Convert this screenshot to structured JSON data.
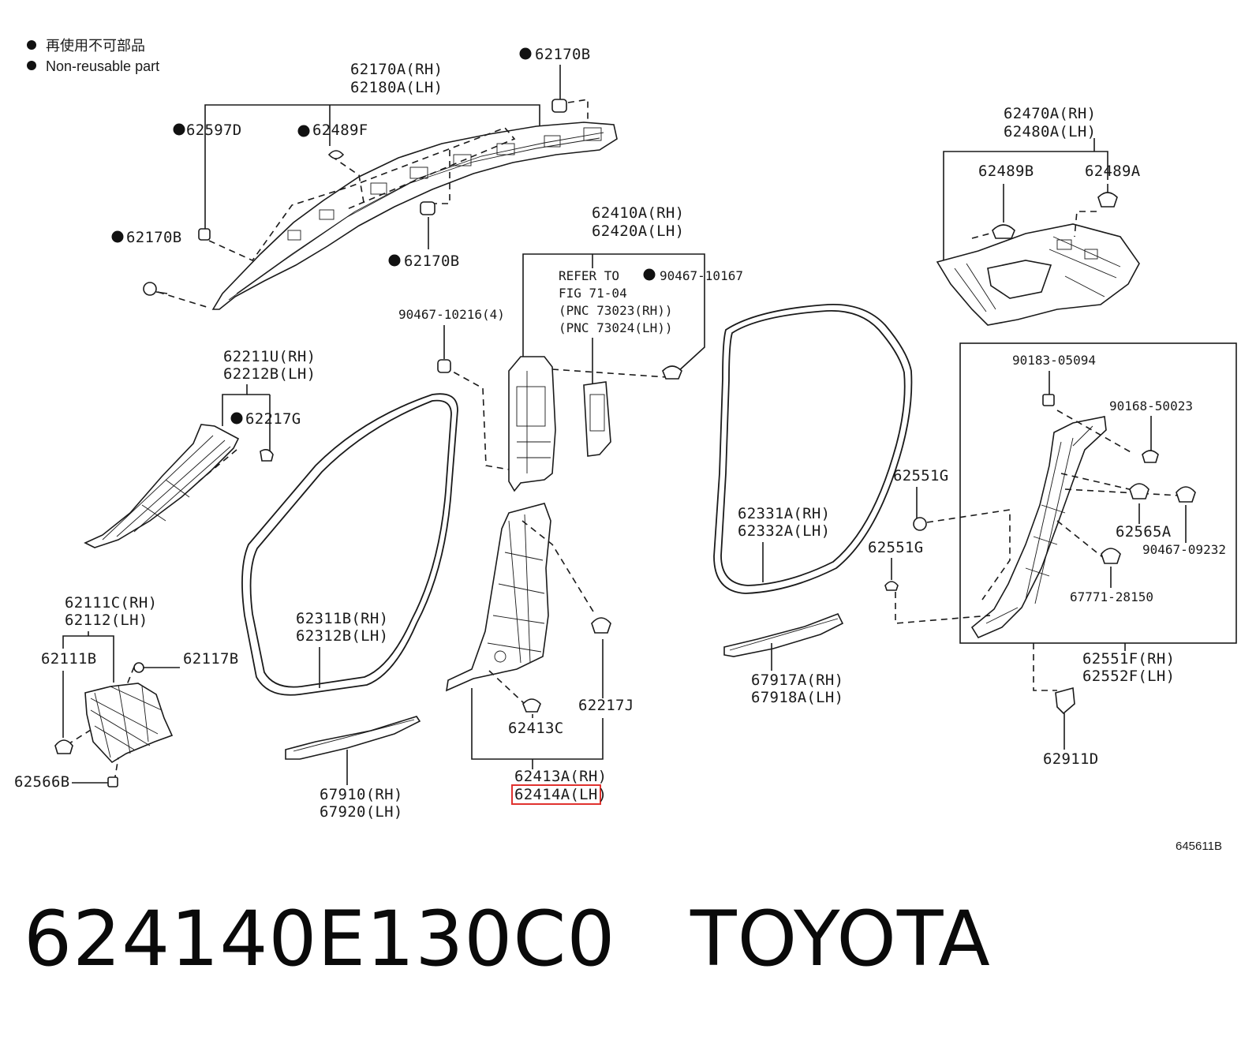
{
  "legend": {
    "line1": "再使用不可部品",
    "line2": "Non-reusable part"
  },
  "figure_id": "645611B",
  "footer": {
    "part_number": "624140E130C0",
    "brand": "TOYOTA"
  },
  "highlight_color": "#e0322f",
  "labels": {
    "a_pillar_rh": "62170A(RH)",
    "a_pillar_lh": "62180A(LH)",
    "clip_62170b_top": "62170B",
    "clip_62597d": "62597D",
    "clip_62489f": "62489F",
    "clip_62170b_left": "62170B",
    "clip_62170b_mid": "62170B",
    "b_pillar_upper_rh": "62410A(RH)",
    "b_pillar_upper_lh": "62420A(LH)",
    "refer_line1": "REFER TO",
    "refer_line2": "FIG 71-04",
    "refer_line3": "(PNC 73023(RH))",
    "refer_line4": "(PNC 73024(LH))",
    "clip_90467_10167": "90467-10167",
    "clip_90467_10216": "90467-10216(4)",
    "quarter_upper_rh": "62470A(RH)",
    "quarter_upper_lh": "62480A(LH)",
    "clip_62489b": "62489B",
    "clip_62489a": "62489A",
    "cowl_rh": "62211U(RH)",
    "cowl_lh": "62212B(LH)",
    "clip_62217g": "62217G",
    "clip_90183_05094": "90183-05094",
    "clip_90168_50023": "90168-50023",
    "clip_62551g_top": "62551G",
    "clip_62551g_low": "62551G",
    "rear_seal_rh": "62331A(RH)",
    "rear_seal_lh": "62332A(LH)",
    "clip_62565a": "62565A",
    "clip_90467_09232": "90467-09232",
    "clip_67771_28150": "67771-28150",
    "kick_rh": "62111C(RH)",
    "kick_lh": "62112(LH)",
    "clip_62111b": "62111B",
    "clip_62117b": "62117B",
    "clip_62566b": "62566B",
    "front_seal_rh": "62311B(RH)",
    "front_seal_lh": "62312B(LH)",
    "clip_62217j": "62217J",
    "clip_62413c": "62413C",
    "b_pillar_lower_rh": "62413A(RH)",
    "b_pillar_lower_lh": "62414A(LH)",
    "rear_scuff_rh": "67917A(RH)",
    "rear_scuff_lh": "67918A(LH)",
    "c_pillar_rh": "62551F(RH)",
    "c_pillar_lh": "62552F(LH)",
    "clip_62911d": "62911D",
    "front_scuff_rh": "67910(RH)",
    "front_scuff_lh": "67920(LH)"
  }
}
